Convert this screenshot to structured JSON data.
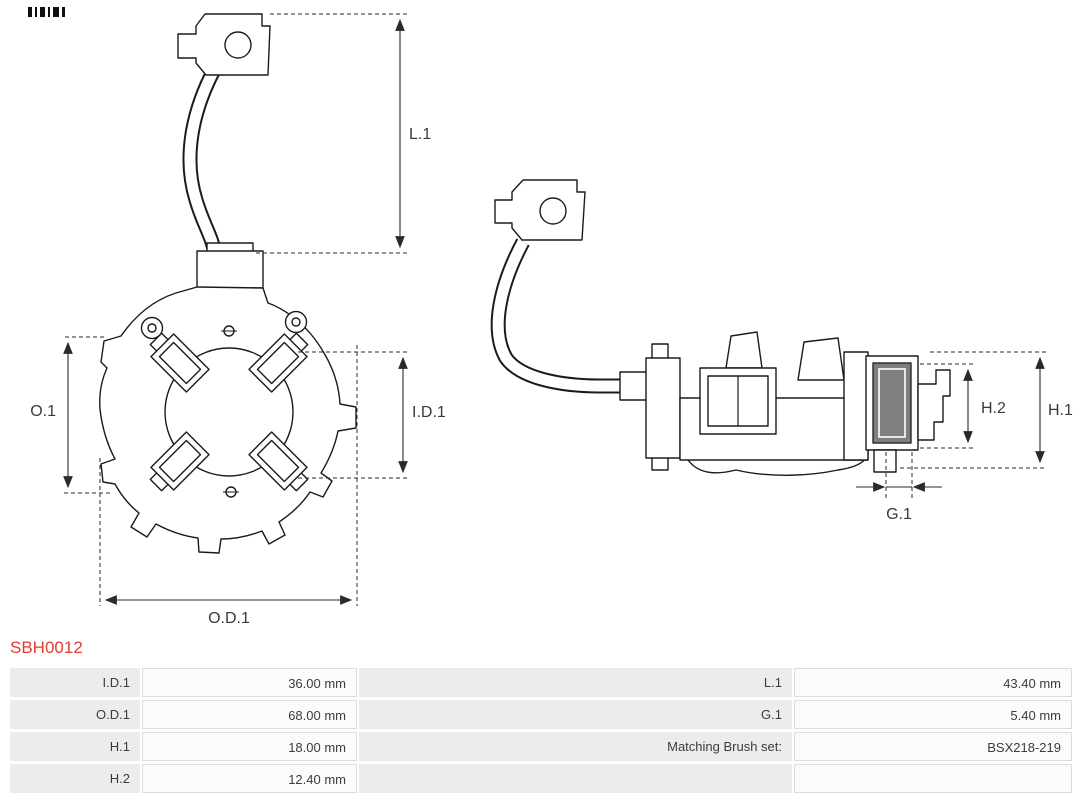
{
  "part_number": "SBH0012",
  "colors": {
    "part_number_red": "#e03c31",
    "line_art": "#1b1b1b",
    "table_label_bg": "#ececec",
    "table_value_border": "#dcdcdc"
  },
  "diagram": {
    "front_view_labels": {
      "l1": "L.1",
      "o1": "O.1",
      "id1": "I.D.1",
      "od1": "O.D.1"
    },
    "side_view_labels": {
      "h1": "H.1",
      "h2": "H.2",
      "g1": "G.1"
    }
  },
  "table": {
    "rows": [
      {
        "c1": "I.D.1",
        "c2": "36.00 mm",
        "c3": "L.1",
        "c4": "43.40 mm"
      },
      {
        "c1": "O.D.1",
        "c2": "68.00 mm",
        "c3": "G.1",
        "c4": "5.40 mm"
      },
      {
        "c1": "H.1",
        "c2": "18.00 mm",
        "c3": "Matching Brush set:",
        "c4": "BSX218-219"
      },
      {
        "c1": "H.2",
        "c2": "12.40 mm",
        "c3": "",
        "c4": ""
      }
    ]
  }
}
